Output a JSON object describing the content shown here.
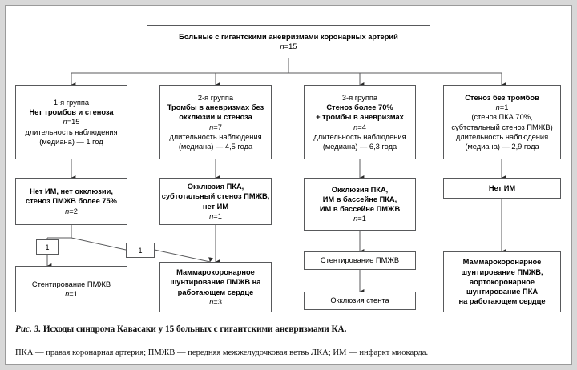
{
  "figure": {
    "caption_prefix": "Рис. 3.",
    "caption_text": " Исходы синдрома Кавасаки у 15 больных с гигантскими аневризмами КА.",
    "legend": "ПКА — правая коронарная артерия; ПМЖВ — передняя межжелудочковая ветвь ЛКА; ИМ — инфаркт миокарда."
  },
  "colors": {
    "box_border": "#58595b",
    "page_border": "#9a9a9a",
    "page_background": "#ffffff",
    "outer_background": "#d8d8d8",
    "text": "#000000",
    "connector": "#58595b"
  },
  "nodes": {
    "root": {
      "line1": "Больные с гигантскими аневризмами коронарных артерий",
      "line2_label": "n",
      "line2_value": "=15"
    },
    "group1": {
      "title": "1-я группа",
      "line2": "Нет тромбов и стеноза",
      "n_label": "n",
      "n_value": "=15",
      "line4": "длительность наблюдения",
      "line5": "(медиана) — 1 год"
    },
    "group2": {
      "title": "2-я группа",
      "line2": "Тромбы в аневризмах без",
      "line3": "окклюзии и стеноза",
      "n_label": "n",
      "n_value": "=7",
      "line5": "длительность наблюдения",
      "line6": "(медиана) — 4,5 года"
    },
    "group3": {
      "title": "3-я группа",
      "line2": "Стеноз более 70%",
      "line3": "+ тромбы в аневризмах",
      "n_label": "n",
      "n_value": "=4",
      "line5": "длительность наблюдения",
      "line6": "(медиана) — 6,3 года"
    },
    "group4": {
      "title": "Стеноз без тромбов",
      "n_label": "n",
      "n_value": "=1",
      "line3": "(стеноз ПКА 70%,",
      "line4": "субтотальный стеноз ПМЖВ)",
      "line5": "длительность наблюдения",
      "line6": "(медиана) — 2,9 года"
    },
    "mid1": {
      "line1": "Нет ИМ, нет окклюзии,",
      "line2": "стеноз ПМЖВ более 75%",
      "n_label": "n",
      "n_value": "=2"
    },
    "mid2": {
      "line1": "Окклюзия ПКА,",
      "line2": "субтотальный стеноз ПМЖВ,",
      "line3": "нет ИМ",
      "n_label": "n",
      "n_value": "=1"
    },
    "mid3": {
      "line1": "Окклюзия ПКА,",
      "line2": "ИМ в бассейне ПКА,",
      "line3": "ИМ в бассейне ПМЖВ",
      "n_label": "n",
      "n_value": "=1"
    },
    "mid4": {
      "line1": "Нет ИМ"
    },
    "tag_left": "1",
    "tag_right": "1",
    "out1": {
      "line1": "Стентирование ПМЖВ",
      "n_label": "n",
      "n_value": "=1"
    },
    "out2": {
      "line1": "Маммарокоронарное",
      "line2": "шунтирование ПМЖВ на",
      "line3": "работающем сердце",
      "n_label": "n",
      "n_value": "=3"
    },
    "out3": {
      "line1": "Стентирование ПМЖВ"
    },
    "out4": {
      "line1": "Окклюзия стента"
    },
    "out5": {
      "line1": "Маммарокоронарное",
      "line2": "шунтирование ПМЖВ,",
      "line3": "аортокоронарное",
      "line4": "шунтирование ПКА",
      "line5": "на работающем сердце"
    }
  }
}
